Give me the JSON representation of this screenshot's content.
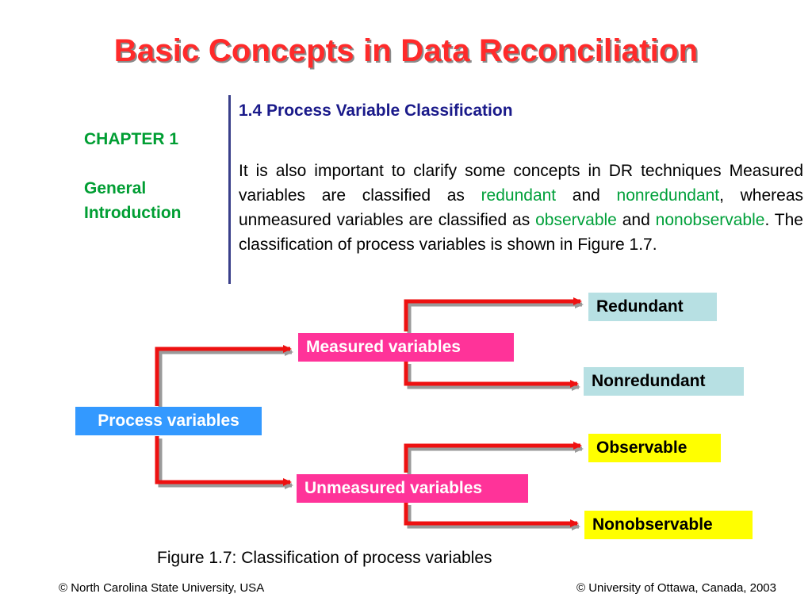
{
  "title": "Basic Concepts in Data Reconciliation",
  "sidebar": {
    "chapter": "CHAPTER 1",
    "subtitle_line1": "General",
    "subtitle_line2": "Introduction"
  },
  "section": {
    "title": "1.4 Process Variable Classification",
    "para": {
      "p1": "It is also important to clarify some concepts in DR techniques Measured variables are classified as ",
      "t1": "redundant",
      "p2": " and ",
      "t2": "nonredundant",
      "p3": ", whereas unmeasured variables are classified as ",
      "t3": "observable",
      "p4": " and ",
      "t4": "nonobservable",
      "p5": ". The classification of process variables is shown in Figure 1.7."
    }
  },
  "diagram": {
    "root": "Process variables",
    "measured": "Measured variables",
    "unmeasured": "Unmeasured variables",
    "redundant": "Redundant",
    "nonredundant": "Nonredundant",
    "observable": "Observable",
    "nonobservable": "Nonobservable"
  },
  "colors": {
    "title": "#ff2a2a",
    "chapter": "#009e33",
    "arrow": "#ee1111",
    "root_box": "#3399ff",
    "measured_box": "#ff3399",
    "leaf_measured_box": "#b7e0e3",
    "leaf_unmeasured_box": "#ffff00"
  },
  "caption": "Figure 1.7:  Classification of process variables",
  "footer": {
    "left": "© North Carolina State University, USA",
    "right": "© University of Ottawa, Canada, 2003"
  }
}
